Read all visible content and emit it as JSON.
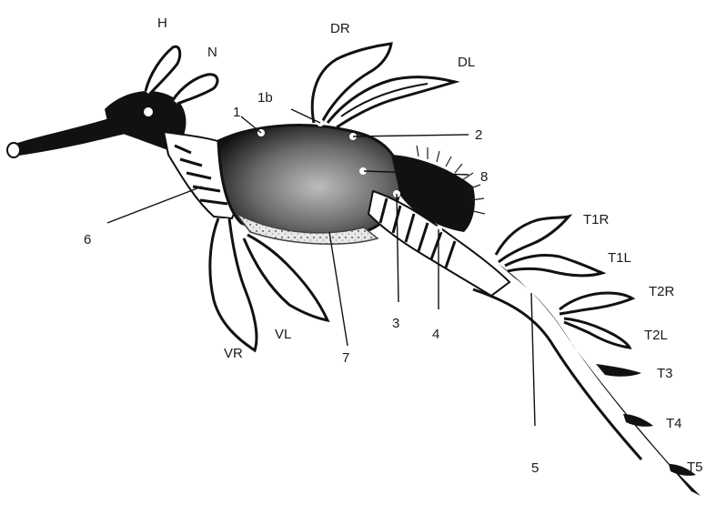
{
  "labels": {
    "h": "H",
    "n": "N",
    "dr": "DR",
    "dl": "DL",
    "one": "1",
    "one_b": "1b",
    "two": "2",
    "eight": "8",
    "six": "6",
    "t1r": "T1R",
    "t1l": "T1L",
    "t2r": "T2R",
    "t2l": "T2L",
    "t3": "T3",
    "t4": "T4",
    "t5": "T5",
    "three": "3",
    "four": "4",
    "five": "5",
    "seven": "7",
    "vl": "VL",
    "vr": "VR"
  },
  "colors": {
    "ink": "#111111",
    "background": "#ffffff",
    "speckle_light": "#d9d9d9",
    "speckle_mid": "#8a8a8a",
    "marker": "#ffffff"
  }
}
